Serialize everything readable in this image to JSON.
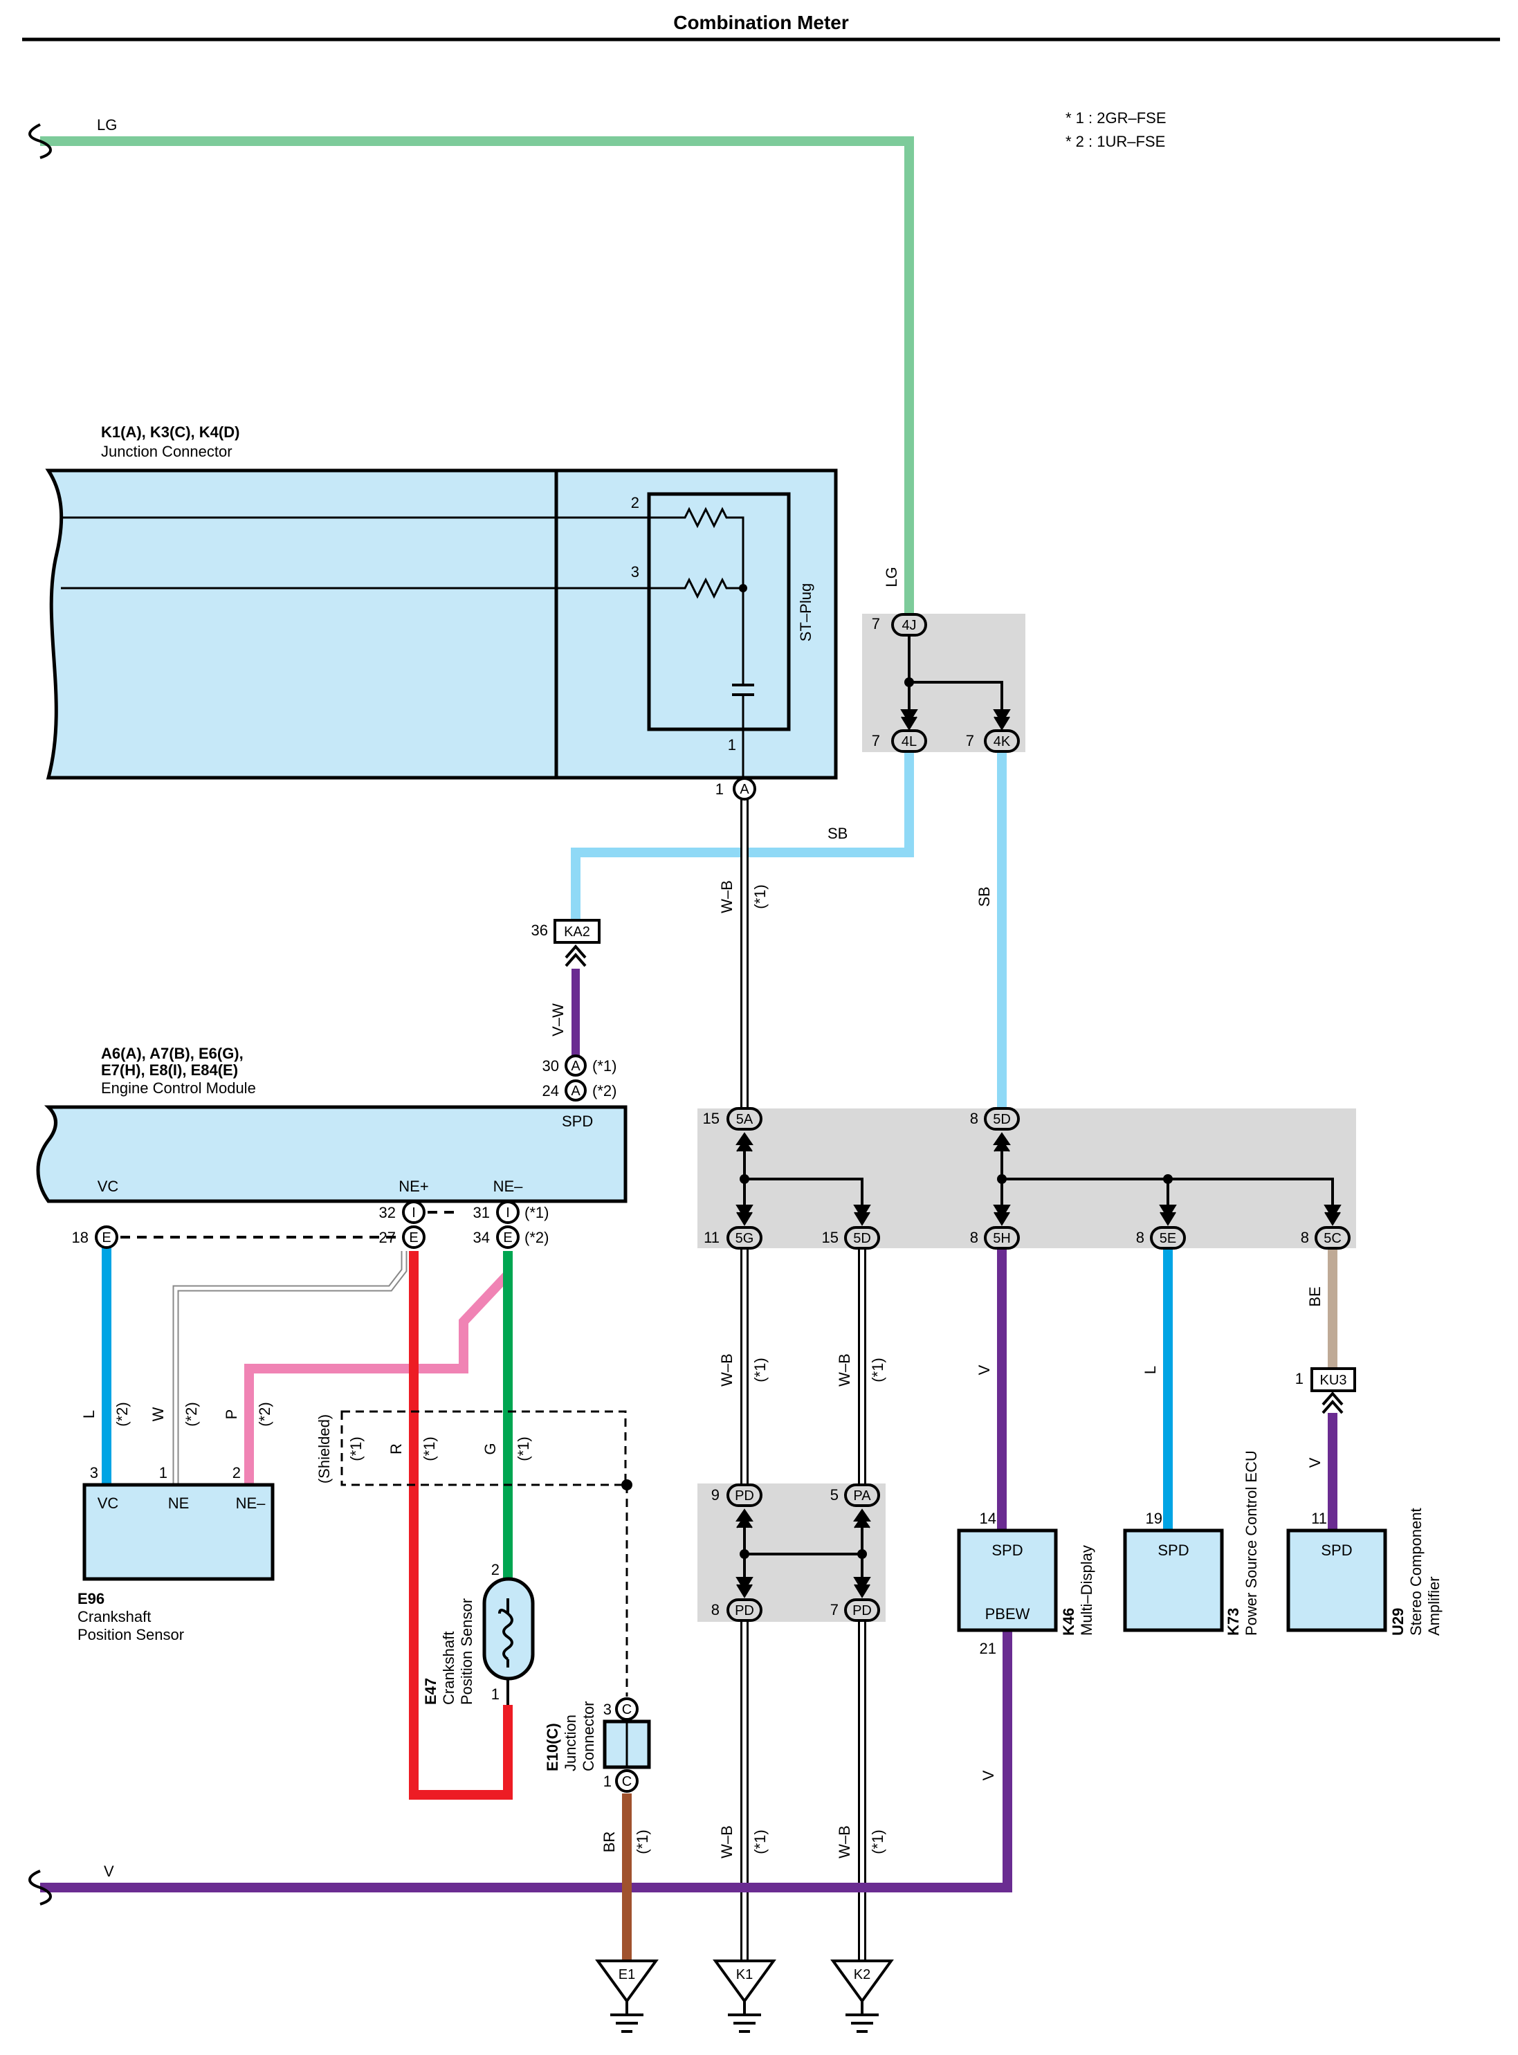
{
  "title": "Combination Meter",
  "notes": [
    "* 1 : 2GR–FSE",
    "* 2 : 1UR–FSE"
  ],
  "colors": {
    "LG": "#7dcb9a",
    "SB": "#8fd9f6",
    "L": "#00a4e4",
    "V": "#6a2c91",
    "R": "#ed1c24",
    "G": "#00a651",
    "P": "#f083b4",
    "BR": "#a0522d",
    "BE": "#bfaa96",
    "component_fill": "#c6e8f8",
    "splice_fill": "#d9d9d9"
  },
  "junction_connector": {
    "label_bold": "K1(A), K3(C), K4(D)",
    "label": "Junction Connector",
    "plug": "ST–Plug",
    "pins": [
      "2",
      "3",
      "1"
    ],
    "out_pin": "1",
    "out_conn": "A"
  },
  "splice_4": {
    "in": {
      "pin": "7",
      "conn": "4J"
    },
    "outs": [
      {
        "pin": "7",
        "conn": "4L"
      },
      {
        "pin": "7",
        "conn": "4K"
      }
    ]
  },
  "wires": {
    "lg_top": "LG",
    "lg_side": "LG",
    "sb_horizontal": "SB",
    "sb_vertical": "SB",
    "wb_a": "W–B",
    "wb_a_note": "(*1)",
    "vw": "V–W",
    "wb_5g": "W–B",
    "wb_5g_note": "(*1)",
    "wb_5d": "W–B",
    "wb_5d_note": "(*1)",
    "v_5h": "V",
    "l_5e": "L",
    "be_5c": "BE",
    "v_ku3": "V",
    "wb_e1": "BR",
    "wb_e1_note": "(*1)",
    "wb_k1": "W–B",
    "wb_k1_note": "(*1)",
    "wb_k2": "W–B",
    "wb_k2_note": "(*1)",
    "v_bottom": "V",
    "v_k46": "V",
    "l_vc": "L",
    "l_vc_note": "(*2)",
    "w_ne": "W",
    "w_ne_note": "(*2)",
    "p_ne": "P",
    "p_ne_note": "(*2)",
    "shielded": "(Shielded)",
    "shielded_note": "(*1)",
    "r": "R",
    "r_note": "(*1)",
    "g": "G",
    "g_note": "(*1)"
  },
  "ka2": {
    "pin": "36",
    "conn": "KA2"
  },
  "ecm": {
    "label_bold": [
      "A6(A), A7(B), E6(G),",
      "E7(H), E8(I), E84(E)"
    ],
    "label": "Engine Control Module",
    "spd": "SPD",
    "spd_pins": [
      {
        "pin": "30",
        "conn": "A",
        "note": "(*1)"
      },
      {
        "pin": "24",
        "conn": "A",
        "note": "(*2)"
      }
    ],
    "terms": [
      "VC",
      "NE+",
      "NE–"
    ],
    "vc_pin": {
      "pin": "18",
      "conn": "E"
    },
    "nep_pins": [
      {
        "pin": "32",
        "conn": "I"
      },
      {
        "pin": "27",
        "conn": "E"
      }
    ],
    "nem_pins": [
      {
        "pin": "31",
        "conn": "I",
        "note": "(*1)"
      },
      {
        "pin": "34",
        "conn": "E",
        "note": "(*2)"
      }
    ]
  },
  "splice_5": {
    "ins": [
      {
        "pin": "15",
        "conn": "5A"
      },
      {
        "pin": "8",
        "conn": "5D"
      }
    ],
    "outs": [
      {
        "pin": "11",
        "conn": "5G"
      },
      {
        "pin": "15",
        "conn": "5D"
      },
      {
        "pin": "8",
        "conn": "5H"
      },
      {
        "pin": "8",
        "conn": "5E"
      },
      {
        "pin": "8",
        "conn": "5C"
      }
    ]
  },
  "splice_p": {
    "ins": [
      {
        "pin": "9",
        "conn": "PD"
      },
      {
        "pin": "5",
        "conn": "PA"
      }
    ],
    "outs": [
      {
        "pin": "8",
        "conn": "PD"
      },
      {
        "pin": "7",
        "conn": "PD"
      }
    ]
  },
  "e96": {
    "code": "E96",
    "name": [
      "Crankshaft",
      "Position Sensor"
    ],
    "terms": [
      "VC",
      "NE",
      "NE–"
    ],
    "pins": [
      "3",
      "1",
      "2"
    ]
  },
  "e47": {
    "code": "E47",
    "name": [
      "Crankshaft",
      "Position Sensor"
    ],
    "pins": [
      "2",
      "1"
    ]
  },
  "e10": {
    "code": "E10(C)",
    "name": [
      "Junction",
      "Connector"
    ],
    "pins": [
      {
        "pin": "3",
        "conn": "C"
      },
      {
        "pin": "1",
        "conn": "C"
      }
    ]
  },
  "ku3": {
    "pin": "1",
    "conn": "KU3"
  },
  "k46": {
    "code": "K46",
    "name": "Multi–Display",
    "term_top": "SPD",
    "term_bottom": "PBEW",
    "pin_top": "14",
    "pin_bottom": "21"
  },
  "k73": {
    "code": "K73",
    "name": "Power Source Control ECU",
    "term": "SPD",
    "pin": "19"
  },
  "u29": {
    "code": "U29",
    "name": [
      "Stereo Component",
      "Amplifier"
    ],
    "term": "SPD",
    "pin": "11"
  },
  "grounds": [
    "E1",
    "K1",
    "K2"
  ]
}
